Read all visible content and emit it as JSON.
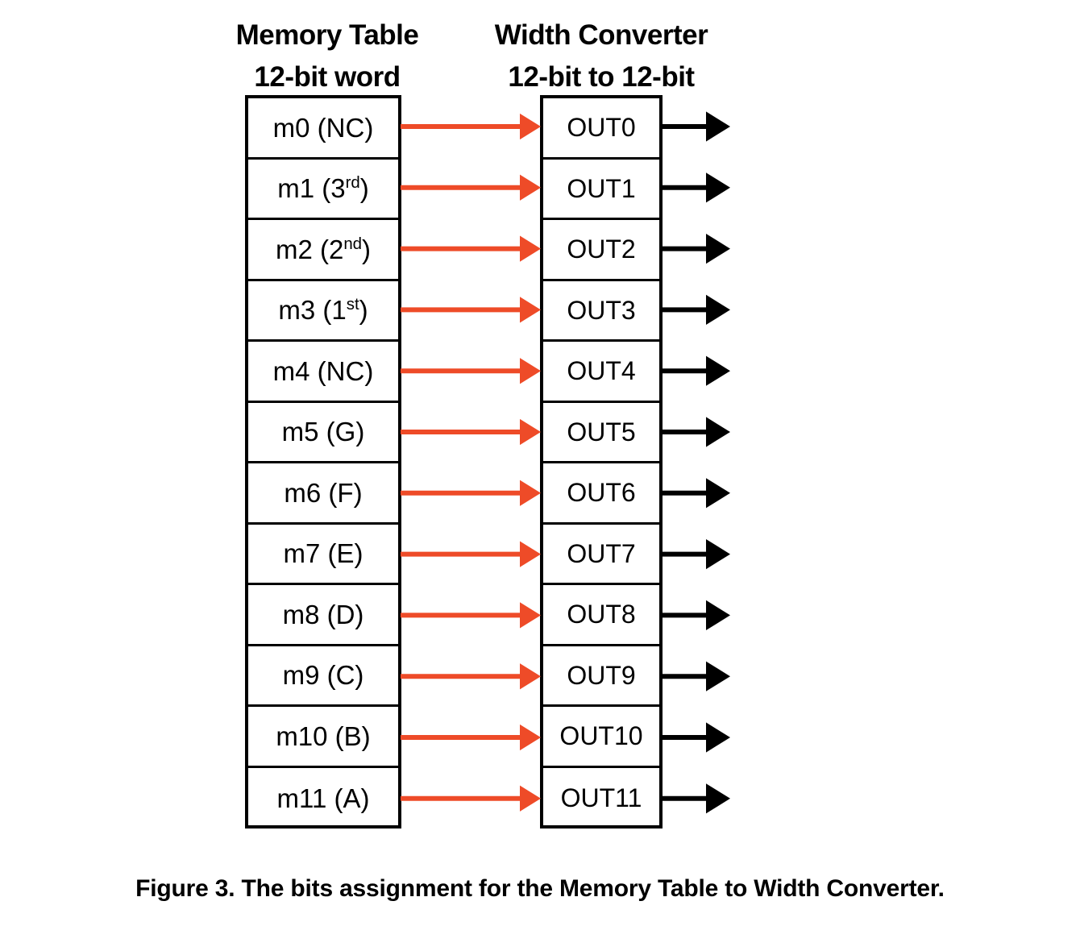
{
  "figure": {
    "caption": "Figure 3. The bits assignment for the Memory Table to Width Converter."
  },
  "headers": {
    "memory": {
      "line1": "Memory Table",
      "line2": "12-bit word"
    },
    "converter": {
      "line1": "Width Converter",
      "line2": "12-bit to 12-bit"
    }
  },
  "colors": {
    "mapping_arrow": "#EE4B28",
    "output_arrow": "#000000",
    "box_border": "#000000",
    "background": "#FFFFFF"
  },
  "memory_table": {
    "cells": [
      {
        "index": 0,
        "label": "m0 (NC)",
        "name": "m0",
        "annotation": "NC"
      },
      {
        "index": 1,
        "label": "m1 (3rd)",
        "name": "m1",
        "annotation": "3rd",
        "base": "m1 (3",
        "sup": "rd",
        "tail": ")"
      },
      {
        "index": 2,
        "label": "m2 (2nd)",
        "name": "m2",
        "annotation": "2nd",
        "base": "m2 (2",
        "sup": "nd",
        "tail": ")"
      },
      {
        "index": 3,
        "label": "m3 (1st)",
        "name": "m3",
        "annotation": "1st",
        "base": "m3 (1",
        "sup": "st",
        "tail": ")"
      },
      {
        "index": 4,
        "label": "m4 (NC)",
        "name": "m4",
        "annotation": "NC"
      },
      {
        "index": 5,
        "label": "m5 (G)",
        "name": "m5",
        "annotation": "G"
      },
      {
        "index": 6,
        "label": "m6 (F)",
        "name": "m6",
        "annotation": "F"
      },
      {
        "index": 7,
        "label": "m7 (E)",
        "name": "m7",
        "annotation": "E"
      },
      {
        "index": 8,
        "label": "m8 (D)",
        "name": "m8",
        "annotation": "D"
      },
      {
        "index": 9,
        "label": "m9 (C)",
        "name": "m9",
        "annotation": "C"
      },
      {
        "index": 10,
        "label": "m10 (B)",
        "name": "m10",
        "annotation": "B"
      },
      {
        "index": 11,
        "label": "m11 (A)",
        "name": "m11",
        "annotation": "A"
      }
    ]
  },
  "width_converter": {
    "cells": [
      {
        "index": 0,
        "label": "OUT0"
      },
      {
        "index": 1,
        "label": "OUT1"
      },
      {
        "index": 2,
        "label": "OUT2"
      },
      {
        "index": 3,
        "label": "OUT3"
      },
      {
        "index": 4,
        "label": "OUT4"
      },
      {
        "index": 5,
        "label": "OUT5"
      },
      {
        "index": 6,
        "label": "OUT6"
      },
      {
        "index": 7,
        "label": "OUT7"
      },
      {
        "index": 8,
        "label": "OUT8"
      },
      {
        "index": 9,
        "label": "OUT9"
      },
      {
        "index": 10,
        "label": "OUT10"
      },
      {
        "index": 11,
        "label": "OUT11"
      }
    ]
  },
  "connections": {
    "mapping": [
      {
        "from": "m0 (NC)",
        "to": "OUT0"
      },
      {
        "from": "m1 (3rd)",
        "to": "OUT1"
      },
      {
        "from": "m2 (2nd)",
        "to": "OUT2"
      },
      {
        "from": "m3 (1st)",
        "to": "OUT3"
      },
      {
        "from": "m4 (NC)",
        "to": "OUT4"
      },
      {
        "from": "m5 (G)",
        "to": "OUT5"
      },
      {
        "from": "m6 (F)",
        "to": "OUT6"
      },
      {
        "from": "m7 (E)",
        "to": "OUT7"
      },
      {
        "from": "m8 (D)",
        "to": "OUT8"
      },
      {
        "from": "m9 (C)",
        "to": "OUT9"
      },
      {
        "from": "m10 (B)",
        "to": "OUT10"
      },
      {
        "from": "m11 (A)",
        "to": "OUT11"
      }
    ],
    "outputs": [
      "OUT0",
      "OUT1",
      "OUT2",
      "OUT3",
      "OUT4",
      "OUT5",
      "OUT6",
      "OUT7",
      "OUT8",
      "OUT9",
      "OUT10",
      "OUT11"
    ]
  }
}
